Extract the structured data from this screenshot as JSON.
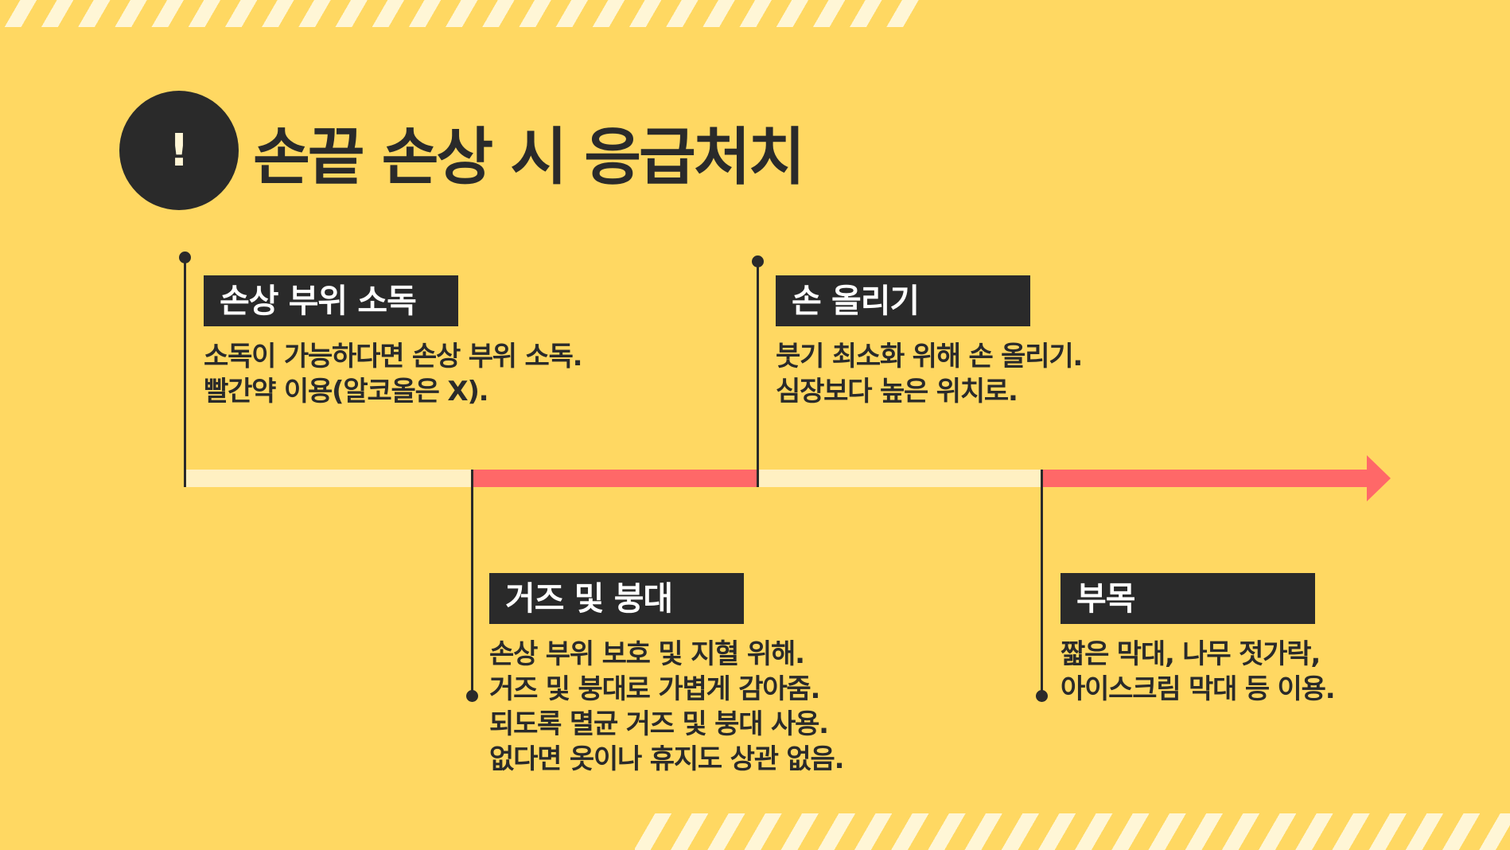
{
  "title": "손끝 손상 시 응급처치",
  "alert_symbol": "!",
  "colors": {
    "background": "#FFD862",
    "dark": "#2a2a2a",
    "accent_red": "#FF6868",
    "light_cream": "#FFF0C2"
  },
  "steps": [
    {
      "label": "손상 부위 소독",
      "lines": [
        "소독이 가능하다면 손상 부위 소독.",
        "빨간약 이용(알코올은 X)."
      ]
    },
    {
      "label": "거즈 및 붕대",
      "lines": [
        "손상 부위 보호 및 지혈 위해.",
        "거즈 및 붕대로 가볍게 감아줌.",
        "되도록 멸균 거즈 및 붕대 사용.",
        "없다면 옷이나 휴지도 상관 없음."
      ]
    },
    {
      "label": "손 올리기",
      "lines": [
        "붓기 최소화 위해 손 올리기.",
        "심장보다 높은 위치로."
      ]
    },
    {
      "label": "부목",
      "lines": [
        "짧은 막대, 나무 젓가락,",
        "아이스크림 막대 등 이용."
      ]
    }
  ]
}
